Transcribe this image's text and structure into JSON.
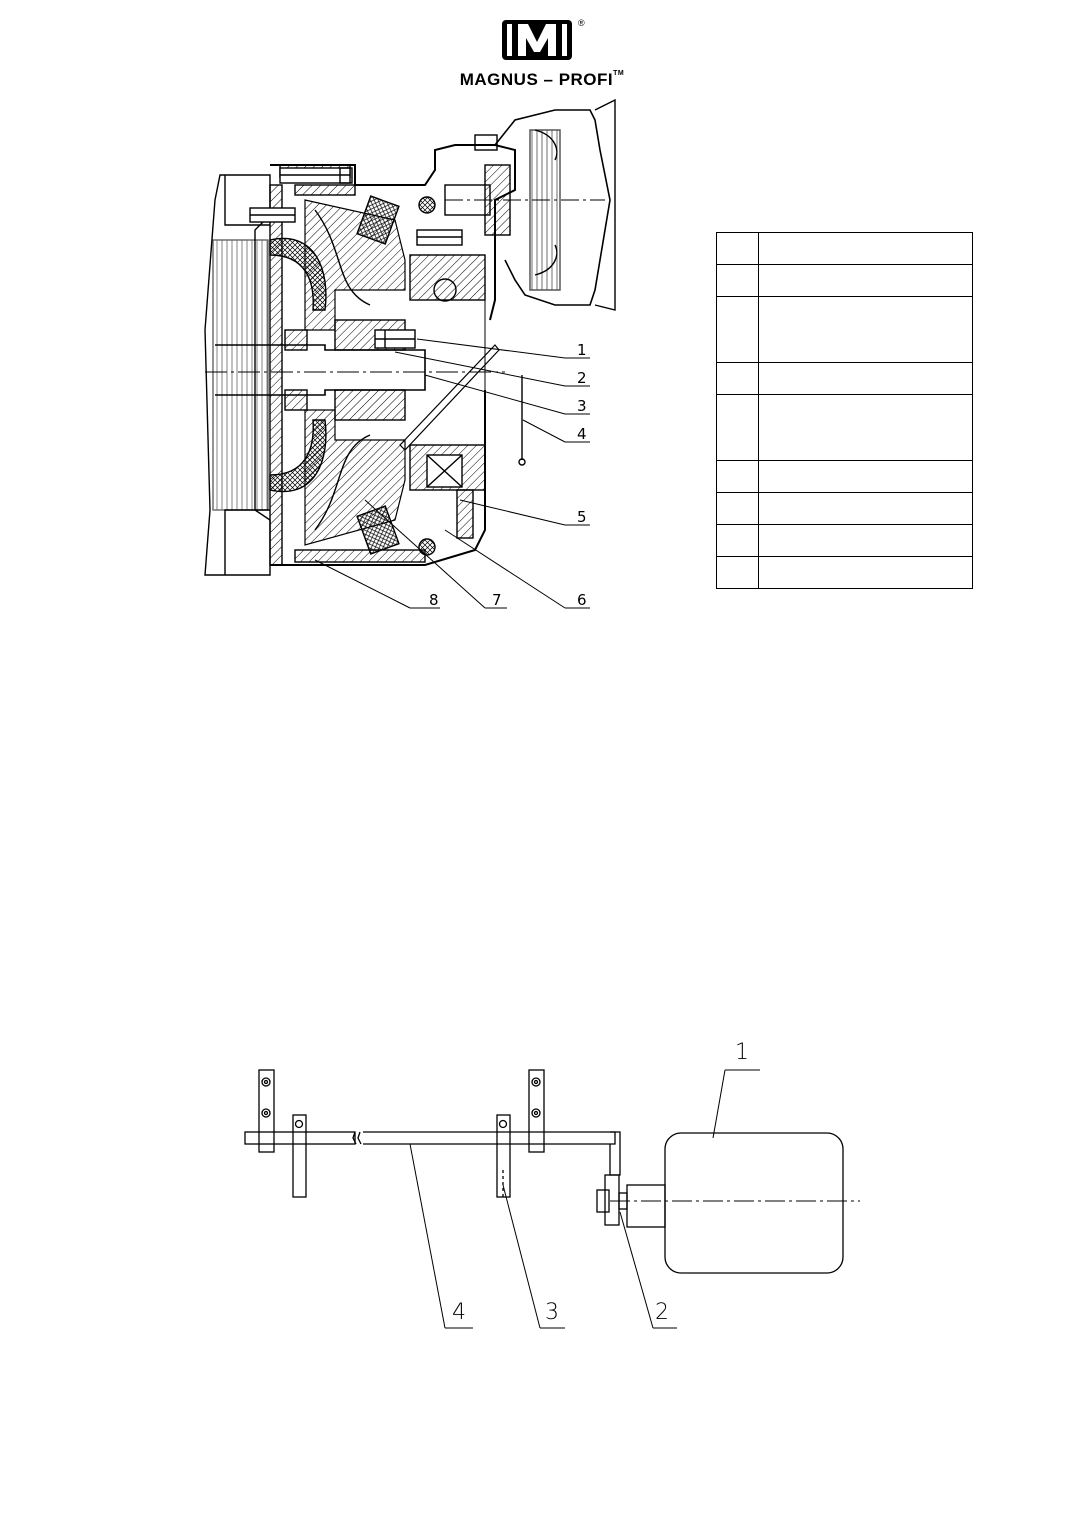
{
  "header": {
    "brand": "MAGNUS – PROFI",
    "trademark": "TM",
    "registered": "®",
    "logo_letter": "M"
  },
  "figure1": {
    "callouts": [
      "1",
      "2",
      "3",
      "4",
      "5",
      "6",
      "7",
      "8"
    ]
  },
  "legend_table": {
    "rows": [
      {
        "num": "",
        "desc": ""
      },
      {
        "num": "",
        "desc": ""
      },
      {
        "num": "",
        "desc": ""
      },
      {
        "num": "",
        "desc": ""
      },
      {
        "num": "",
        "desc": ""
      },
      {
        "num": "",
        "desc": ""
      },
      {
        "num": "",
        "desc": ""
      },
      {
        "num": "",
        "desc": ""
      },
      {
        "num": "",
        "desc": ""
      }
    ]
  },
  "figure2": {
    "callouts": [
      "1",
      "2",
      "3",
      "4"
    ]
  },
  "colors": {
    "ink": "#000000",
    "background": "#ffffff"
  }
}
